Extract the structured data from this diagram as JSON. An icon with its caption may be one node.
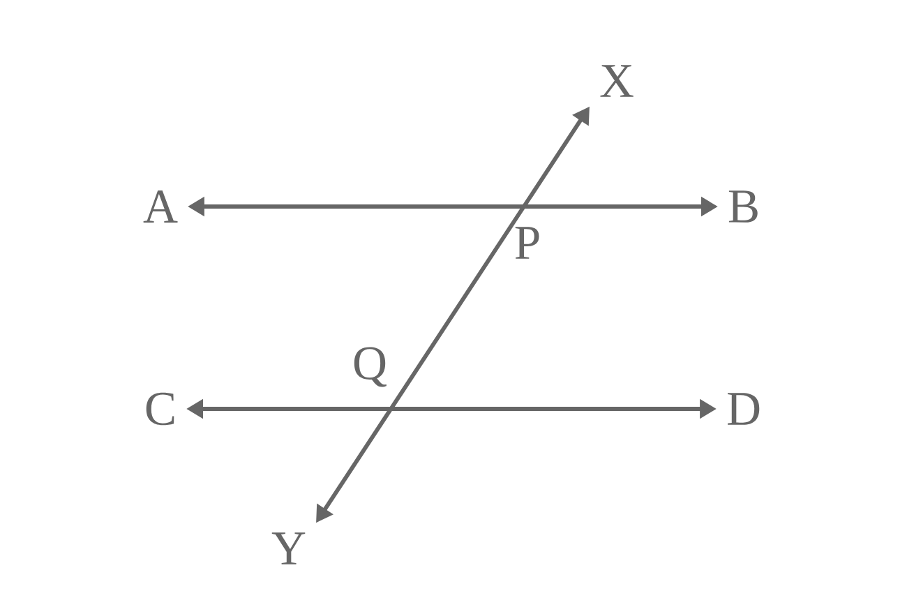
{
  "diagram": {
    "nodes": [
      {
        "text": [
          "A"
        ]
      },
      {
        "text": [
          "B"
        ]
      },
      {
        "text": [
          "C"
        ]
      },
      {
        "text": [
          "D"
        ]
      },
      {
        "text": [
          "X"
        ]
      },
      {
        "text": [
          "Y"
        ]
      }
    ],
    "edges": [
      {
        "from": 0,
        "to": 1,
        "arrow": "both"
      },
      {
        "from": 2,
        "to": 3,
        "arrow": "both"
      },
      {
        "from": 5,
        "to": 4,
        "arrow": "both"
      }
    ],
    "labels": [
      "P",
      "Q"
    ]
  }
}
